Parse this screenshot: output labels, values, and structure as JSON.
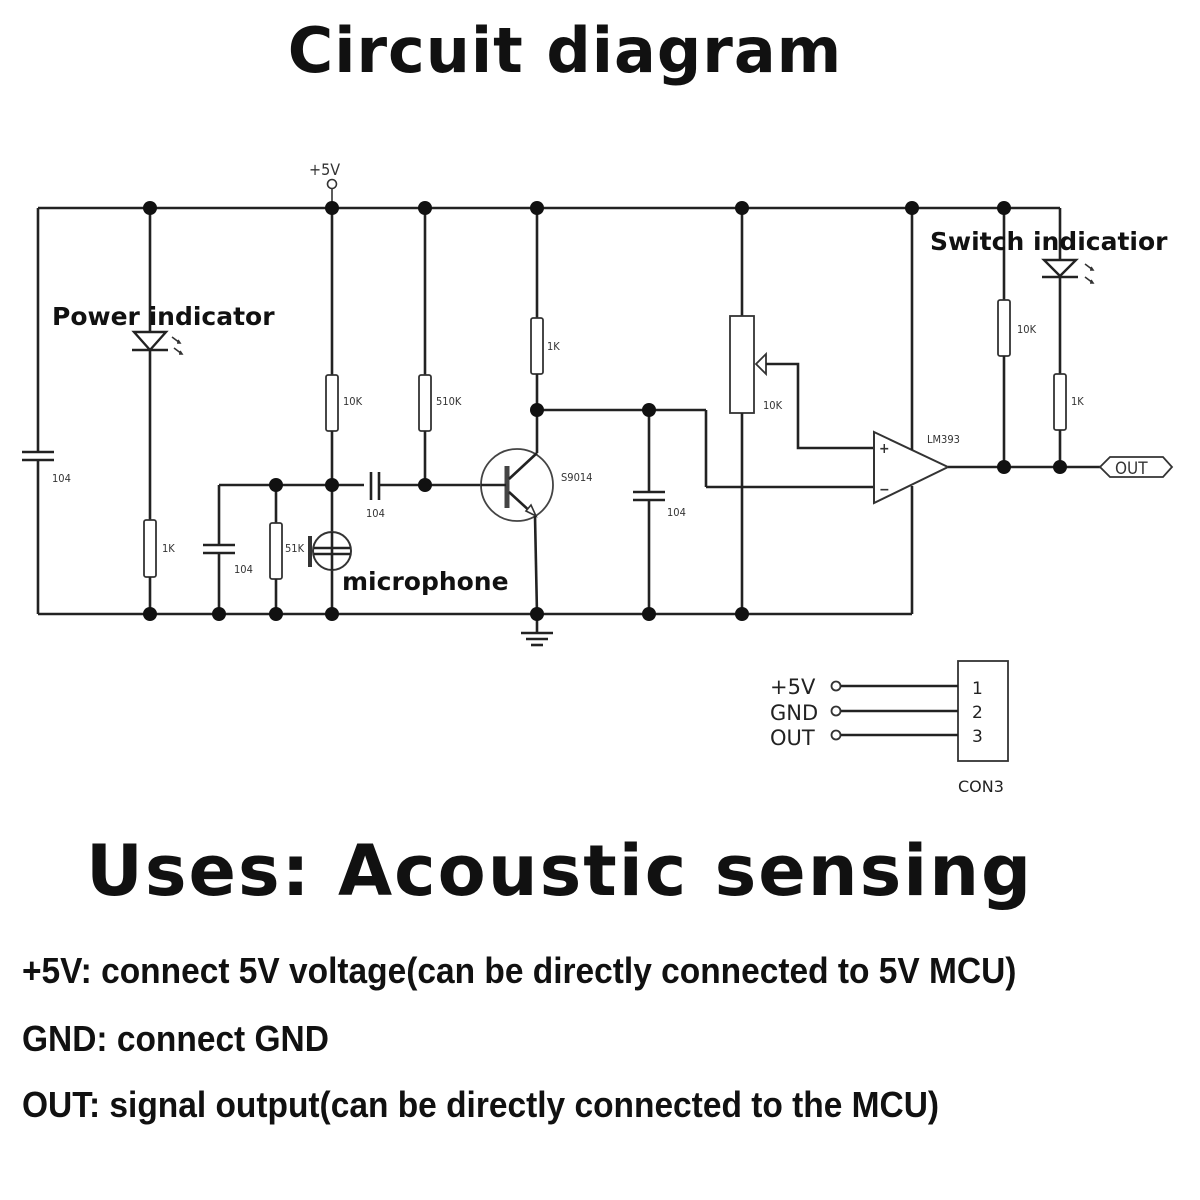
{
  "title": "Circuit diagram",
  "schematic": {
    "supply_label": "+5V",
    "annotations": {
      "power_indicator": "Power indicator",
      "switch_indicator": "Switch indicatior",
      "microphone": "microphone"
    },
    "components": {
      "c_left": "104",
      "r_power_led": "1K",
      "c_mic": "104",
      "r_mic_bias_low": "51K",
      "r_mic_bias_high": "10K",
      "c_coupling": "104",
      "r_base": "510K",
      "transistor": "S9014",
      "r_collector": "1K",
      "c_collector": "104",
      "potentiometer": "10K",
      "comparator": "LM393",
      "r_pullup": "10K",
      "r_switch_led": "1K"
    },
    "comparator_inputs": {
      "plus": "+",
      "minus": "−"
    },
    "out_port": "OUT",
    "connector": {
      "name": "CON3",
      "pins": [
        {
          "label": "+5V",
          "number": "1"
        },
        {
          "label": "GND",
          "number": "2"
        },
        {
          "label": "OUT",
          "number": "3"
        }
      ]
    }
  },
  "uses_heading": "Uses: Acoustic sensing",
  "pin_descriptions": [
    "+5V: connect 5V voltage(can be directly connected to 5V MCU)",
    "GND: connect GND",
    "OUT: signal output(can be directly connected to the MCU)"
  ]
}
